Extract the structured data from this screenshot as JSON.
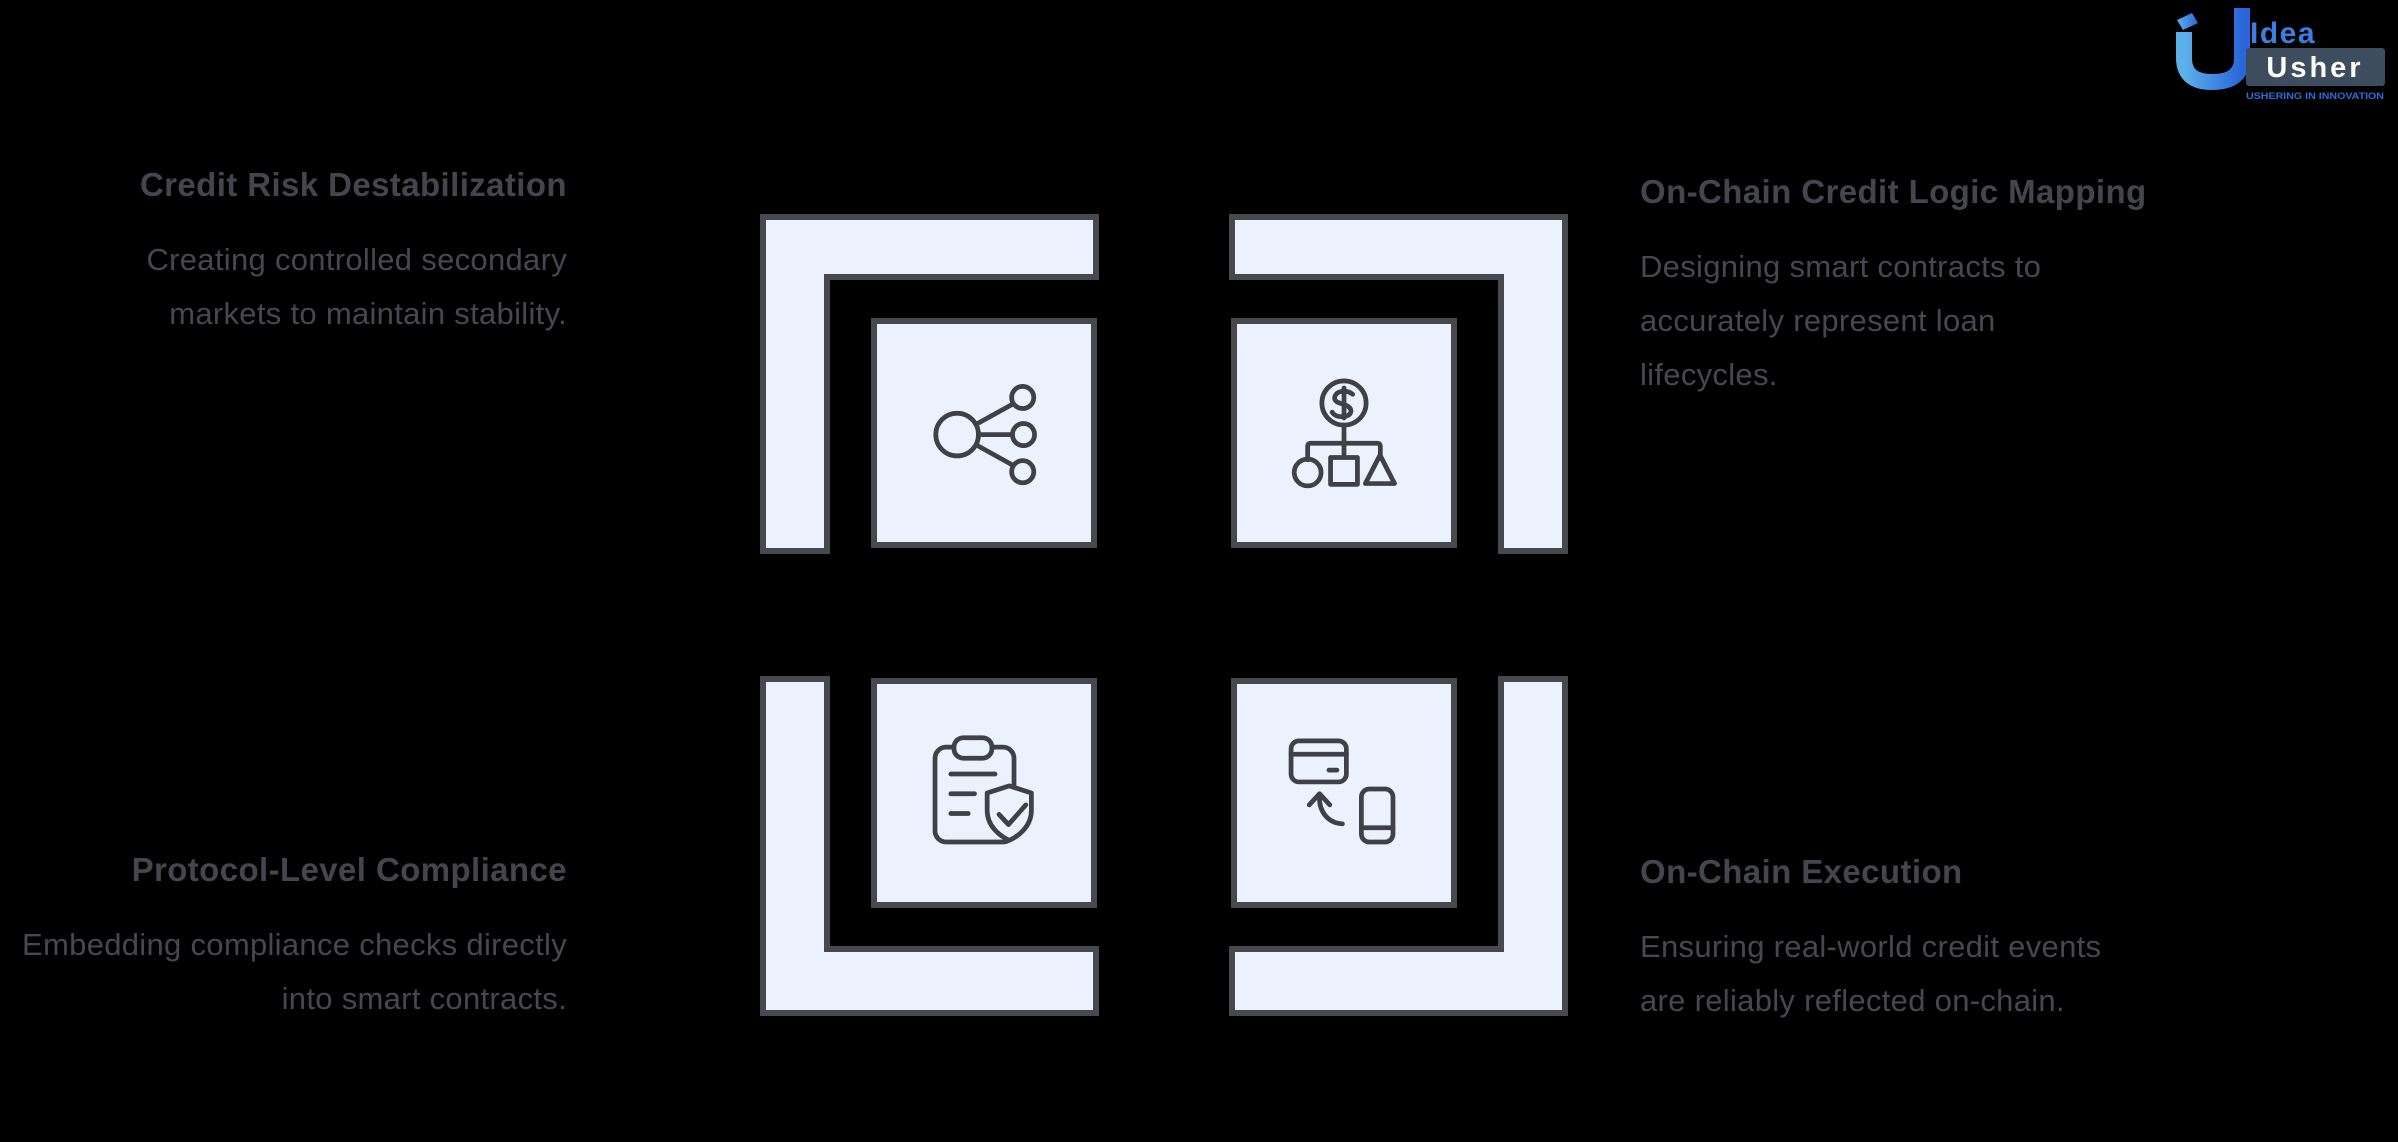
{
  "page": {
    "background": "#000000",
    "tile_fill": "#ebf1fd",
    "tile_border": "#46494e",
    "icon_stroke": "#3e4247",
    "text_color": "#43474d"
  },
  "items": [
    {
      "title": "Credit Risk Destabilization",
      "description": "Creating controlled secondary markets to maintain stability.",
      "icon": "share-network-icon"
    },
    {
      "title": "On-Chain Credit Logic Mapping",
      "description": "Designing smart contracts to accurately represent loan lifecycles.",
      "icon": "dollar-hierarchy-icon"
    },
    {
      "title": "Protocol-Level Compliance",
      "description": "Embedding compliance checks directly into smart contracts.",
      "icon": "clipboard-shield-icon"
    },
    {
      "title": "On-Chain Execution",
      "description": "Ensuring real-world credit events are reliably reflected on-chain.",
      "icon": "card-phone-transfer-icon"
    }
  ],
  "logo": {
    "brand_top": "Idea",
    "brand_bottom": "Usher",
    "tagline": "USHERING IN INNOVATION",
    "accent_light": "#5cb0ea",
    "accent_dark": "#2a66d8",
    "box_color": "#3e4d5d",
    "brand_top_color": "#3b7fe0",
    "tagline_color": "#2d6cd9"
  }
}
